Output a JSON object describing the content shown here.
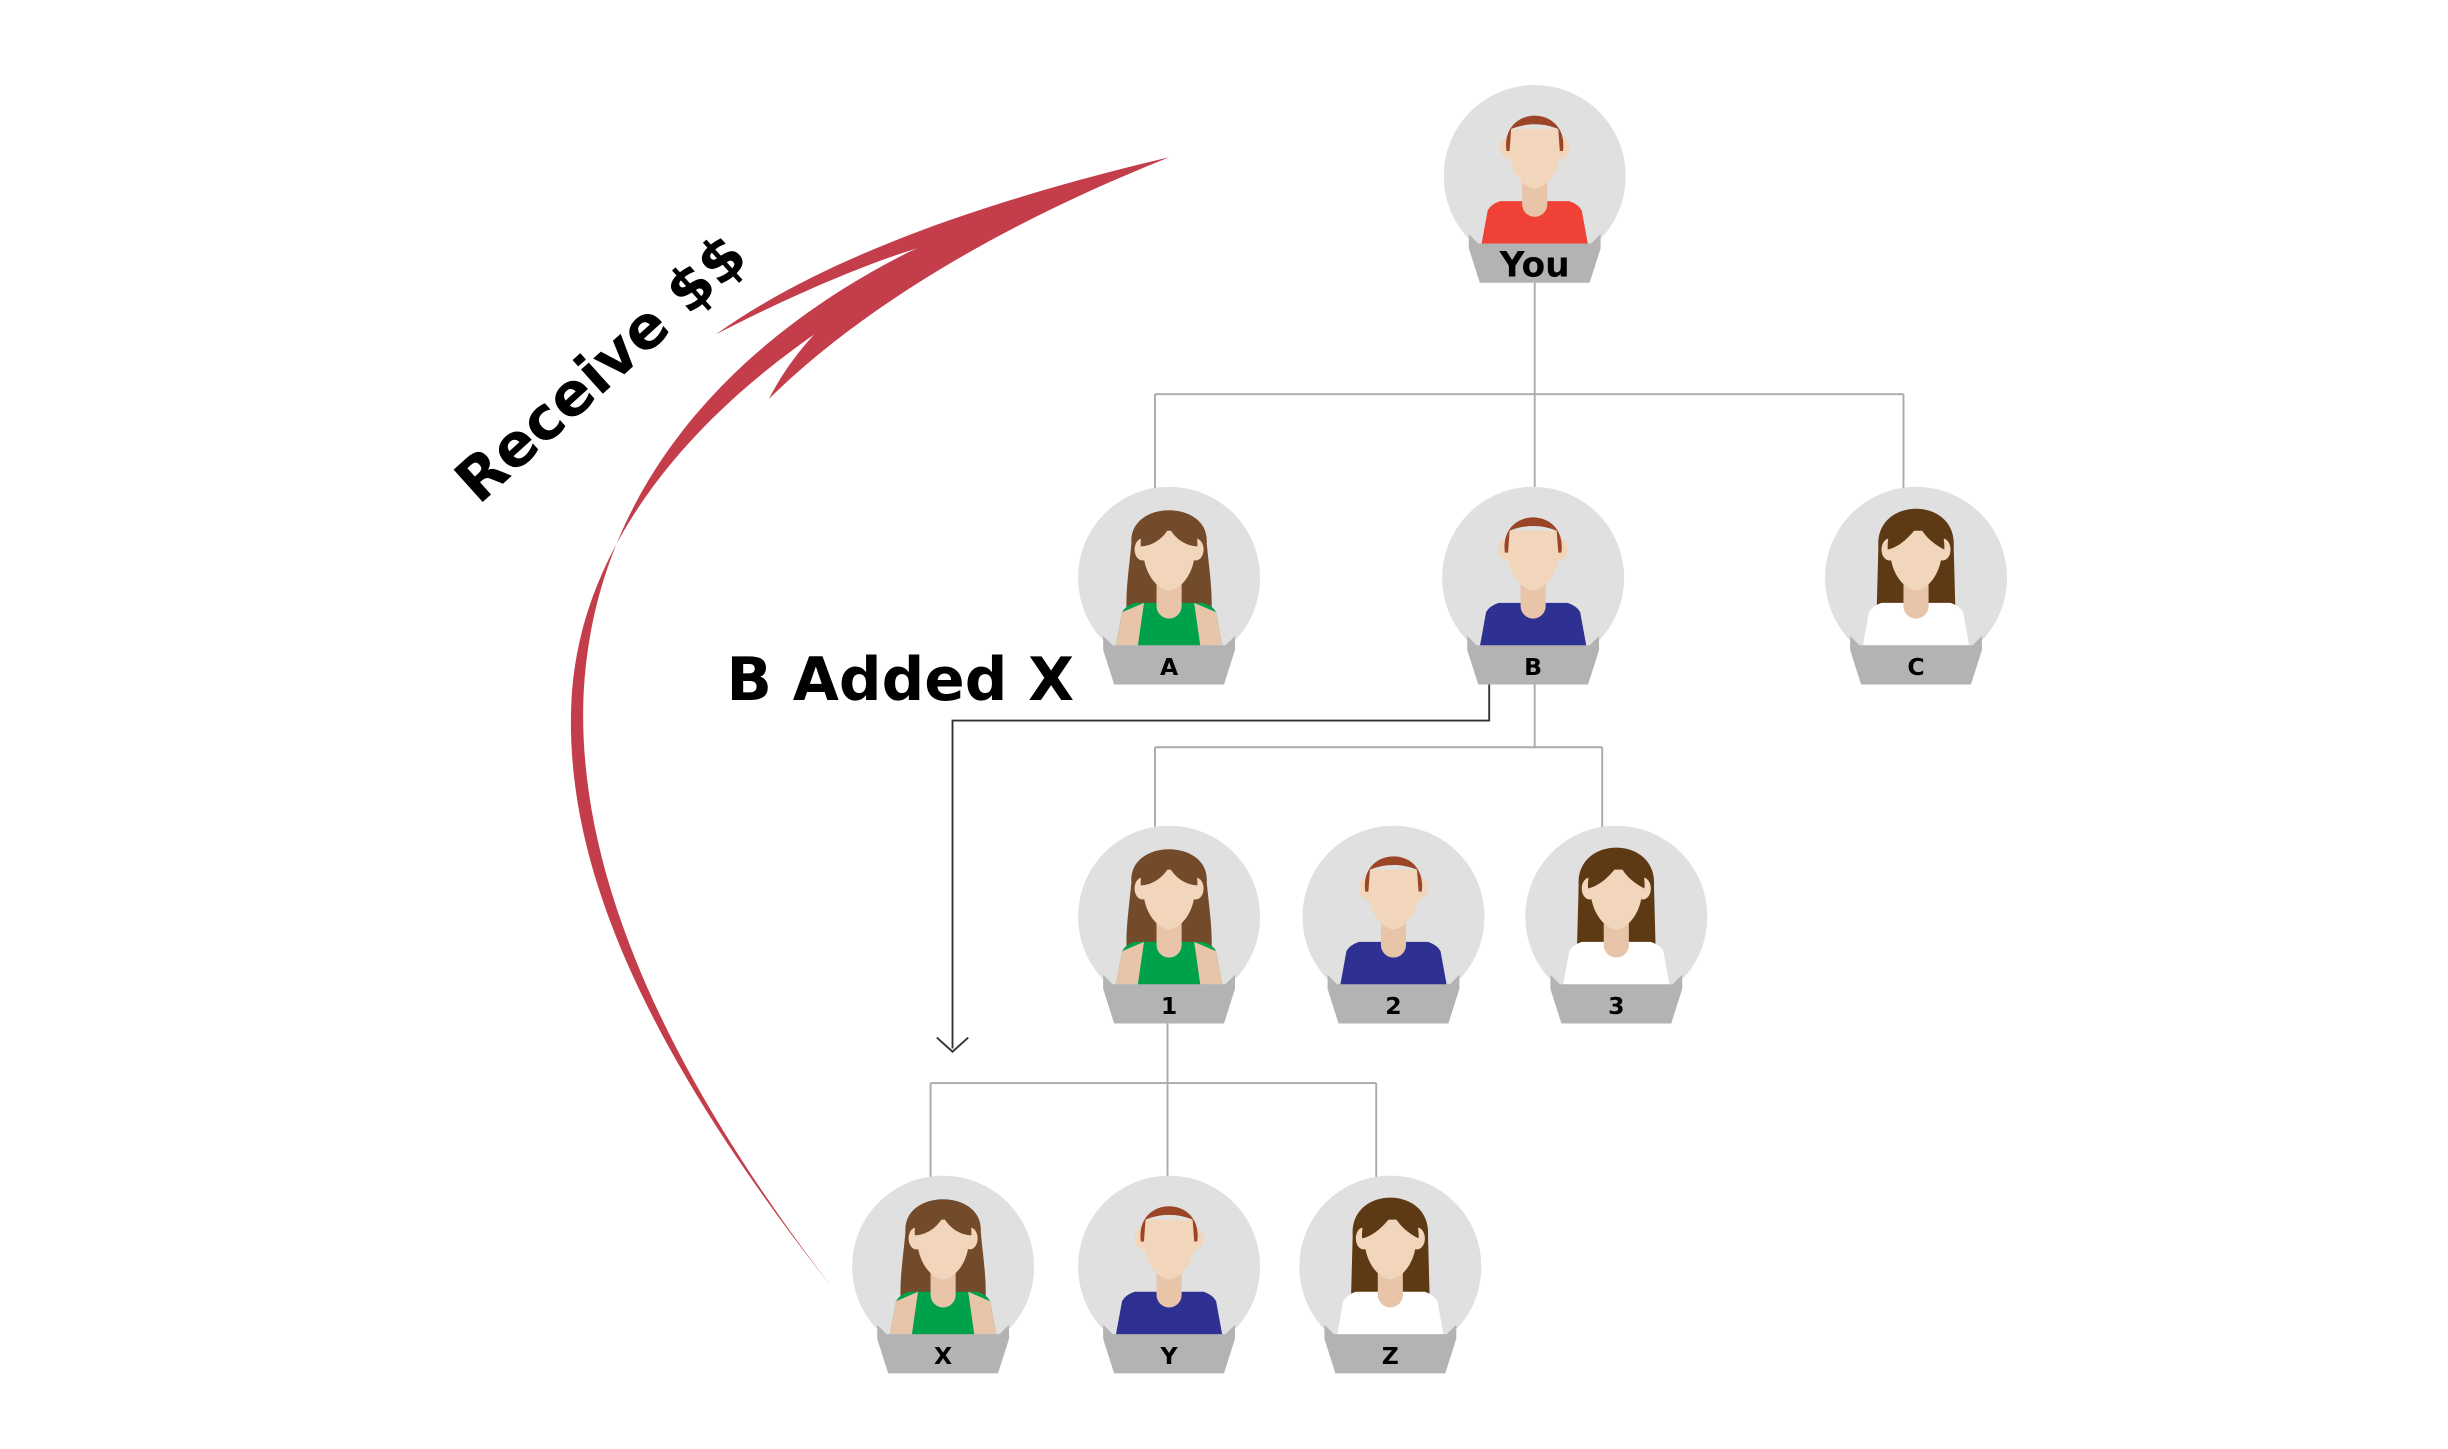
{
  "annotations": {
    "receive": "Receive $$",
    "added": "B Added X"
  },
  "colors": {
    "arrow": "#c43d4b",
    "circle": "#e0e0e0",
    "label_bg": "#b3b3b3",
    "connector": "#aaaaaa",
    "added_line": "#333333"
  },
  "nodes": [
    {
      "id": "you",
      "label": "You",
      "avatar": "male",
      "shirt": "#ef4136",
      "big": true
    },
    {
      "id": "a",
      "label": "A",
      "avatar": "female-curly",
      "shirt": "#00a14b"
    },
    {
      "id": "b",
      "label": "B",
      "avatar": "male",
      "shirt": "#2e3192"
    },
    {
      "id": "c",
      "label": "C",
      "avatar": "female-bob",
      "shirt": "#ffffff"
    },
    {
      "id": "n1",
      "label": "1",
      "avatar": "female-curly",
      "shirt": "#00a14b"
    },
    {
      "id": "n2",
      "label": "2",
      "avatar": "male",
      "shirt": "#2e3192"
    },
    {
      "id": "n3",
      "label": "3",
      "avatar": "female-bob",
      "shirt": "#ffffff"
    },
    {
      "id": "x",
      "label": "X",
      "avatar": "female-curly",
      "shirt": "#00a14b"
    },
    {
      "id": "y",
      "label": "Y",
      "avatar": "male",
      "shirt": "#2e3192"
    },
    {
      "id": "z",
      "label": "Z",
      "avatar": "female-bob",
      "shirt": "#ffffff"
    }
  ]
}
